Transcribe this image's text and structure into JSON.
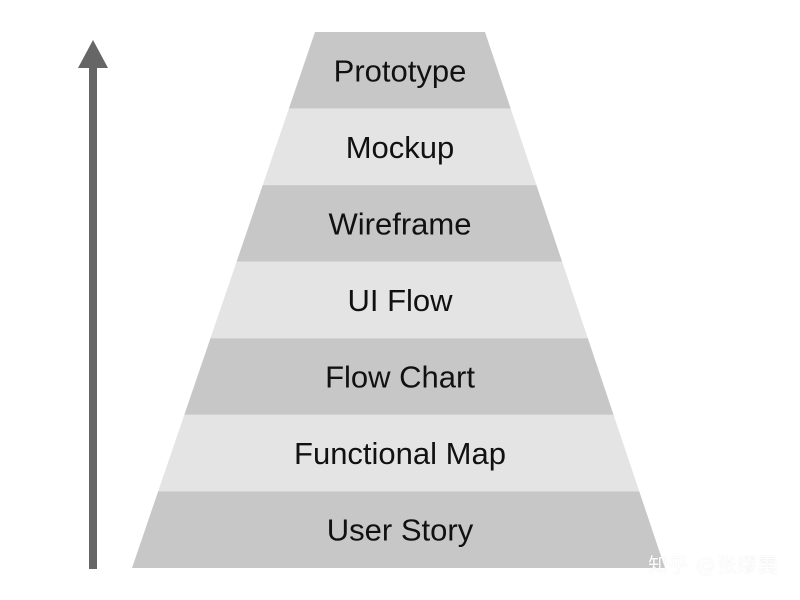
{
  "diagram": {
    "layers_top_to_bottom": [
      "Prototype",
      "Mockup",
      "Wireframe",
      "UI Flow",
      "Flow Chart",
      "Functional Map",
      "User Story"
    ],
    "arrow_direction": "up"
  },
  "watermark": {
    "text": "知乎 @张缪霙"
  },
  "colors": {
    "background": "#ffffff",
    "layer_dark": "#c7c7c7",
    "layer_light": "#e4e4e4",
    "arrow": "#666666",
    "text": "#111111",
    "watermark": "#ffffff"
  }
}
